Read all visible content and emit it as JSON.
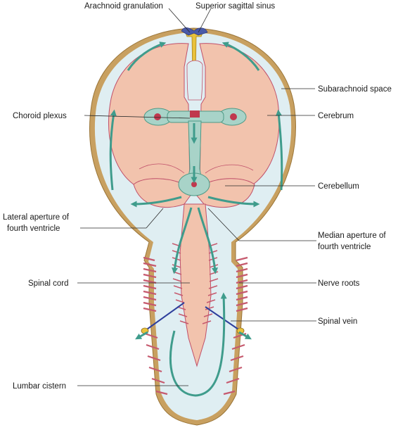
{
  "labels": {
    "arachnoid_granulation": "Arachnoid granulation",
    "superior_sagittal_sinus": "Superior sagittal sinus",
    "subarachnoid_space": "Subarachnoid space",
    "choroid_plexus": "Choroid plexus",
    "cerebrum": "Cerebrum",
    "cerebellum": "Cerebellum",
    "lateral_aperture_1": "Lateral aperture of",
    "lateral_aperture_2": "fourth ventricle",
    "median_aperture_1": "Median aperture of",
    "median_aperture_2": "fourth ventricle",
    "spinal_cord": "Spinal cord",
    "nerve_roots": "Nerve roots",
    "spinal_vein": "Spinal vein",
    "lumbar_cistern": "Lumbar cistern"
  },
  "colors": {
    "dura": "#c8a060",
    "csf_space": "#dfeef2",
    "brain_tissue": "#f2c3ad",
    "brain_outline": "#c0506a",
    "ventricle": "#a8d3c8",
    "ventricle_outline": "#4d9a86",
    "flow_arrow": "#3f9c8c",
    "choroid_plexus": "#c0384e",
    "nerve_root": "#c65a6e",
    "sinus": "#4a5aa8",
    "sinus_yellow": "#e9c23a",
    "spinal_vein": "#2e3f9c"
  }
}
